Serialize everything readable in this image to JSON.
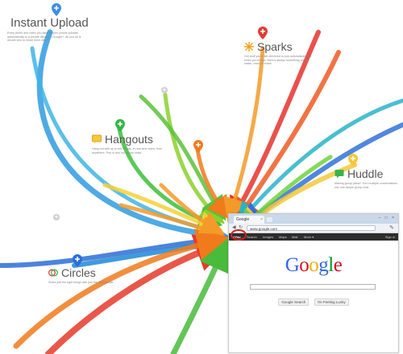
{
  "features": {
    "instant_upload": {
      "title": "Instant Upload",
      "desc": "Every photo and video you take on your phone uploads automatically to a private album on Google+. All you do is decide who to share them with."
    },
    "sparks": {
      "title": "Sparks",
      "desc": "Get stuff you'd like delivered to you automatically, so when you're free, there's always something cool to watch, read, or share."
    },
    "hangouts": {
      "title": "Hangouts",
      "desc": "Hang out with up to ten friends, in real-time video, from anywhere. Pop in and out as you want."
    },
    "huddle": {
      "title": "Huddle",
      "desc": "Making group plans? Turn multiple conversations into one simple group chat."
    },
    "circles": {
      "title": "Circles",
      "desc": "Share just the right things with just the right people."
    }
  },
  "browser": {
    "tab_title": "Google",
    "tab_close": "×",
    "window_controls": "– □ ×",
    "url": "www.google.com",
    "gbar_items": [
      "+You",
      "Search",
      "Images",
      "Maps",
      "Mail",
      "More ▾"
    ],
    "signin": "Sign in",
    "logo_letters": [
      {
        "ch": "G",
        "color": "#3369e8"
      },
      {
        "ch": "o",
        "color": "#d50f25"
      },
      {
        "ch": "o",
        "color": "#eeb211"
      },
      {
        "ch": "g",
        "color": "#3369e8"
      },
      {
        "ch": "l",
        "color": "#009925"
      },
      {
        "ch": "e",
        "color": "#d50f25"
      }
    ],
    "search_button": "Google Search",
    "lucky_button": "I'm Feeling Lucky"
  },
  "colors": {
    "pin_blue": "#3b8ee8",
    "pin_red": "#e23b32",
    "pin_green": "#38b54a",
    "pin_orange": "#f07a1c",
    "pin_yellow": "#f5c83a"
  }
}
